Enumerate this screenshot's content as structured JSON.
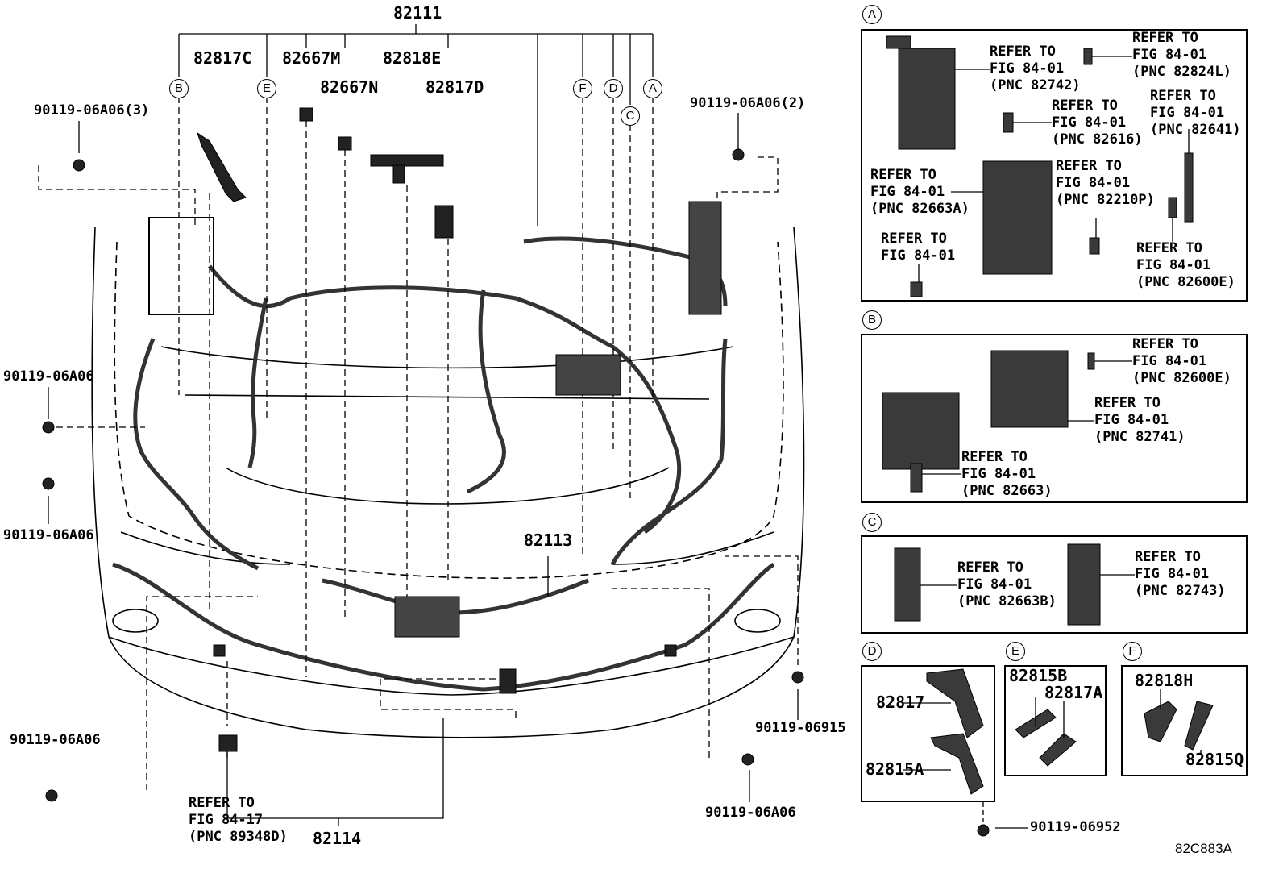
{
  "main_harness": "82111",
  "floor_harness": "82113",
  "lower_harness": "82114",
  "top_parts": [
    "82817C",
    "82667M",
    "82818E",
    "82667N",
    "82817D"
  ],
  "section_letters": [
    "A",
    "B",
    "C",
    "D",
    "E",
    "F"
  ],
  "bolts": {
    "left_top": "90119-06A06(3)",
    "right_top": "90119-06A06(2)",
    "left_mid": "90119-06A06",
    "left_mid2": "90119-06A06",
    "left_bottom": "90119-06A06",
    "right_bottom": "90119-06A06",
    "right_screw": "90119-06915",
    "d_screw": "90119-06952"
  },
  "refer_lower": [
    "REFER TO",
    "FIG 84-17",
    "(PNC 89348D)"
  ],
  "panel_a": {
    "refs": [
      [
        "REFER TO",
        "FIG 84-01",
        "(PNC 82742)"
      ],
      [
        "REFER TO",
        "FIG 84-01",
        "(PNC 82824L)"
      ],
      [
        "REFER TO",
        "FIG 84-01",
        "(PNC 82616)"
      ],
      [
        "REFER TO",
        "FIG 84-01",
        "(PNC 82641)"
      ],
      [
        "REFER TO",
        "FIG 84-01",
        "(PNC 82663A)"
      ],
      [
        "REFER TO",
        "FIG 84-01",
        "(PNC 82210P)"
      ],
      [
        "REFER TO",
        "FIG 84-01"
      ],
      [
        "REFER TO",
        "FIG 84-01",
        "(PNC 82600E)"
      ]
    ]
  },
  "panel_b": {
    "refs": [
      [
        "REFER TO",
        "FIG 84-01",
        "(PNC 82600E)"
      ],
      [
        "REFER TO",
        "FIG 84-01",
        "(PNC 82741)"
      ],
      [
        "REFER TO",
        "FIG 84-01",
        "(PNC 82663)"
      ]
    ]
  },
  "panel_c": {
    "refs": [
      [
        "REFER TO",
        "FIG 84-01",
        "(PNC 82663B)"
      ],
      [
        "REFER TO",
        "FIG 84-01",
        "(PNC 82743)"
      ]
    ]
  },
  "panel_d": {
    "parts": [
      "82817",
      "82815A"
    ]
  },
  "panel_e": {
    "parts": [
      "82815B",
      "82817A"
    ]
  },
  "panel_f": {
    "parts": [
      "82818H",
      "82815Q"
    ]
  },
  "figure_code": "82C883A"
}
